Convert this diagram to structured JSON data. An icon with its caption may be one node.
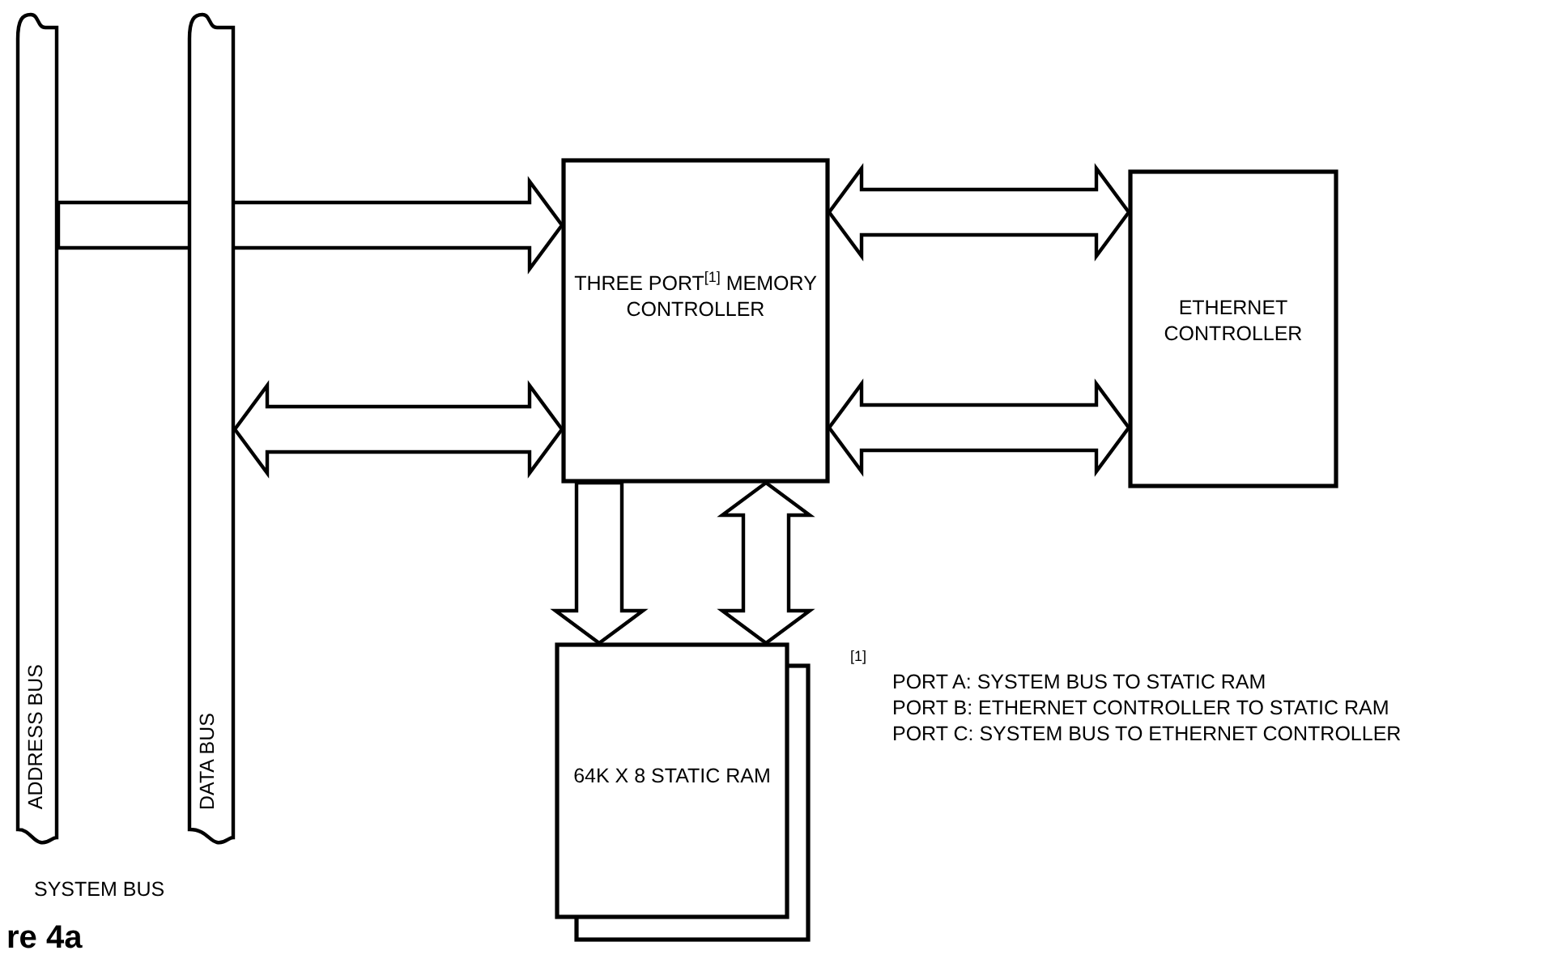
{
  "diagram": {
    "nodes": [
      {
        "text": [
          "ADDRESS BUS"
        ]
      },
      {
        "text": [
          "DATA BUS"
        ]
      },
      {
        "text": [
          "THREE PORT$^{[1]}$ MEMORY CONTROLLER"
        ]
      },
      {
        "text": [
          "ETHERNET CONTROLLER"
        ]
      },
      {
        "text": [
          "64K X 8 STATIC RAM"
        ]
      }
    ],
    "edges": [
      {
        "from": 0,
        "to": 2,
        "arrow": "to"
      },
      {
        "from": 1,
        "to": 2,
        "arrow": "both"
      },
      {
        "from": 2,
        "to": 3,
        "arrow": "both"
      },
      {
        "from": 2,
        "to": 3,
        "arrow": "both"
      },
      {
        "from": 2,
        "to": 4,
        "arrow": "to"
      },
      {
        "from": 2,
        "to": 4,
        "arrow": "both"
      }
    ],
    "labels": [
      "SYSTEM BUS",
      "$^{[1]}$",
      "PORT A: SYSTEM BUS TO STATIC RAM",
      "PORT B: ETHERNET CONTROLLER TO STATIC RAM",
      "PORT C: SYSTEM BUS TO ETHERNET CONTROLLER",
      "re 4a"
    ]
  }
}
